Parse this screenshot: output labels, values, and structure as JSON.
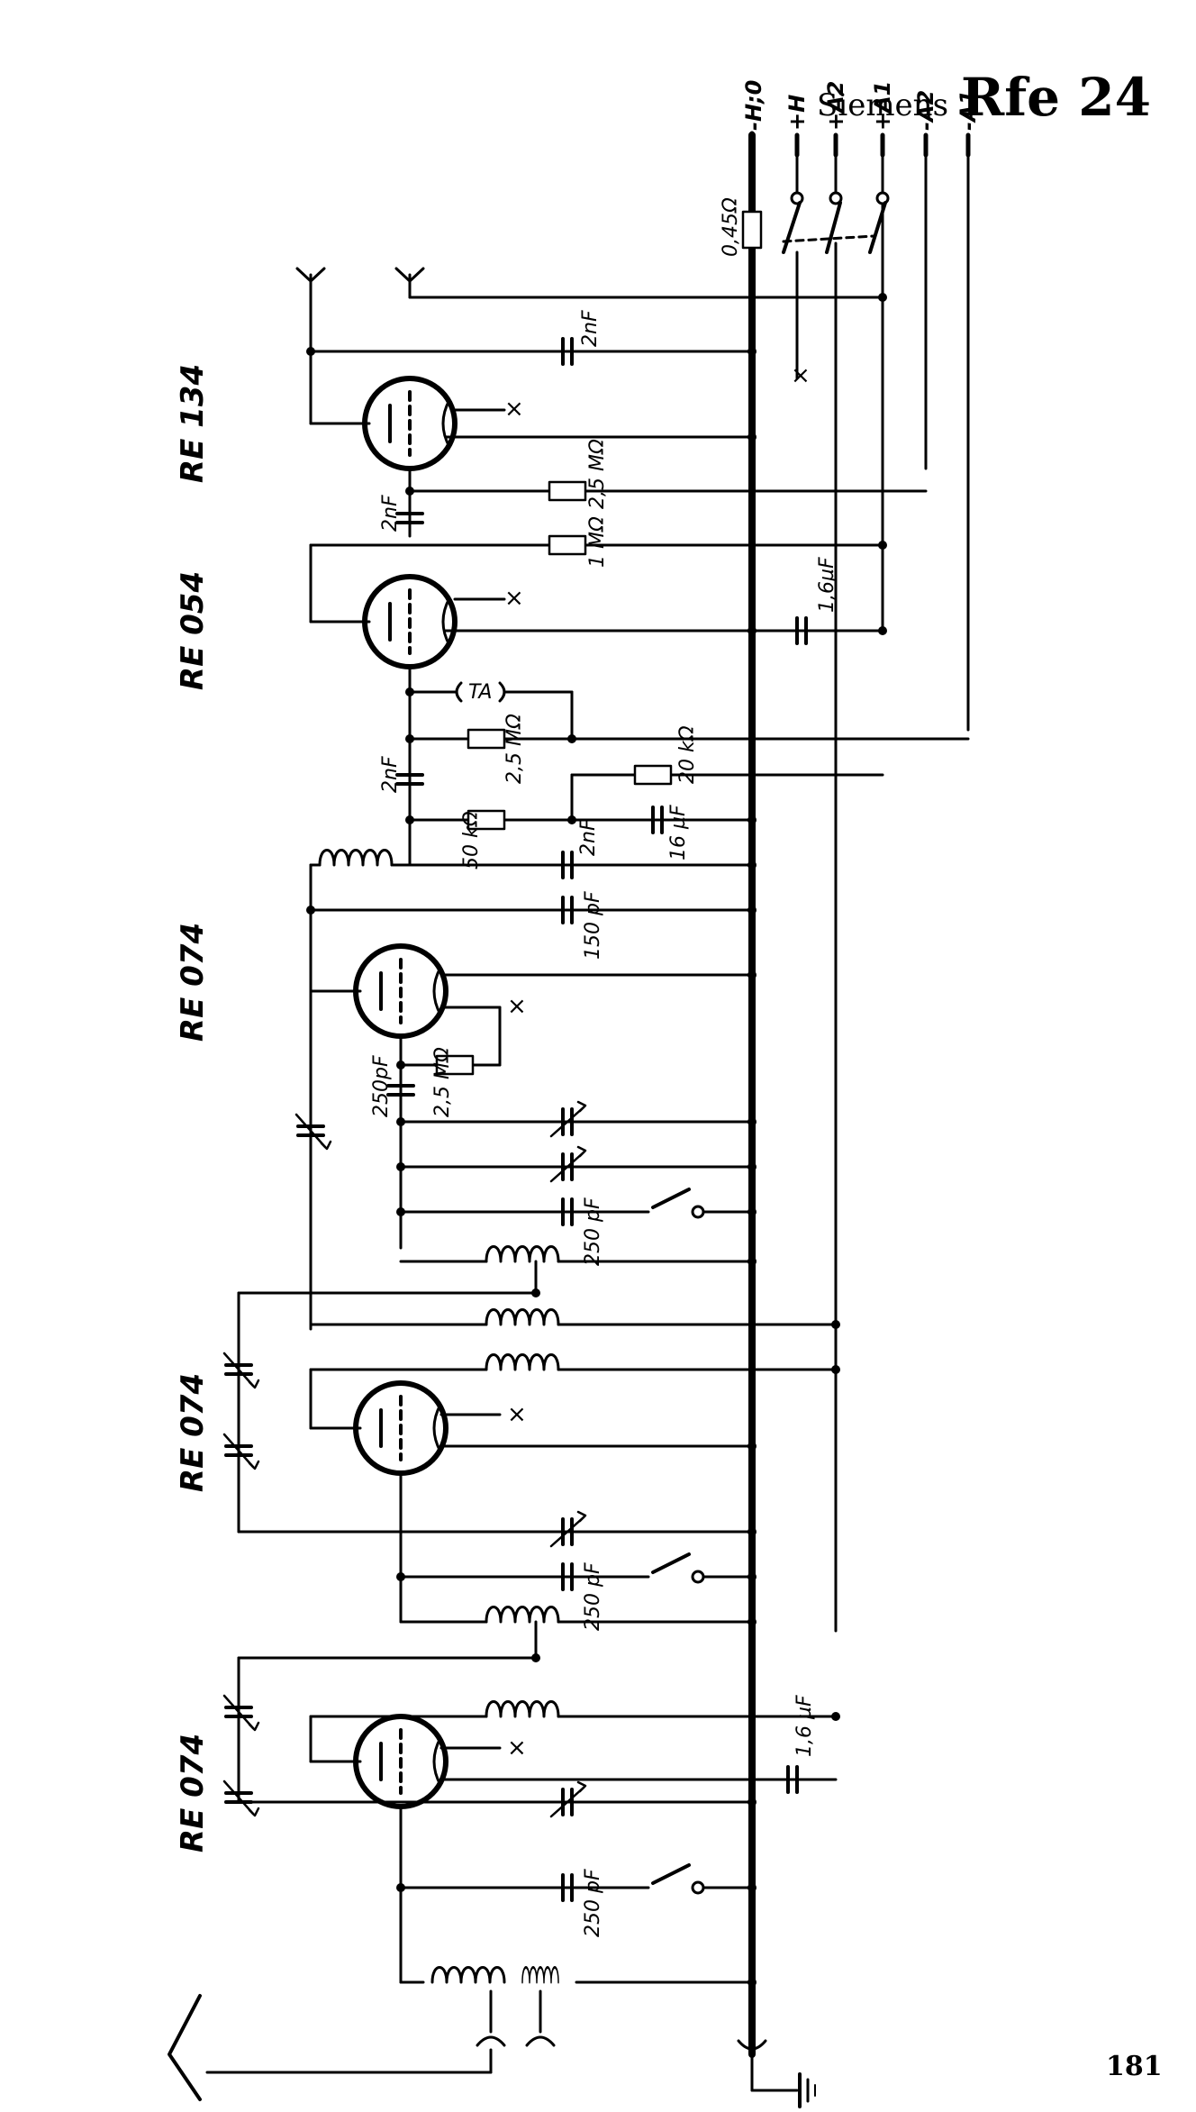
{
  "header": {
    "brand": "Siemens",
    "model": "Rfe 24"
  },
  "page_number": "181",
  "tubes": [
    "RE 134",
    "RE 054",
    "RE 074",
    "RE 074",
    "RE 074"
  ],
  "terminals": [
    "-H;0",
    "+H",
    "+A2",
    "+A1",
    "-A2",
    "-A1"
  ],
  "components": {
    "r_heater": "0,45Ω",
    "c_ant": "2nF",
    "c_couple1": "2nF",
    "r_grid1": "2,5 MΩ",
    "r_anode": "1 MΩ",
    "c_bypass": "1,6µF",
    "ta": "TA",
    "c_couple2": "2nF",
    "r_grid2": "2,5 MΩ",
    "r_20k": "20 kΩ",
    "r_50k": "50 kΩ",
    "c_2nf_b": "2nF",
    "c_16uf": "16 µF",
    "c_150pf": "150 pF",
    "c_250pf_det": "250pF",
    "r_det": "2,5 MΩ",
    "c_250pf_a": "250 pF",
    "c_250pf_b": "250 pF",
    "c_250pf_c": "250 pF",
    "c_16uf_b": "1,6 µF"
  }
}
